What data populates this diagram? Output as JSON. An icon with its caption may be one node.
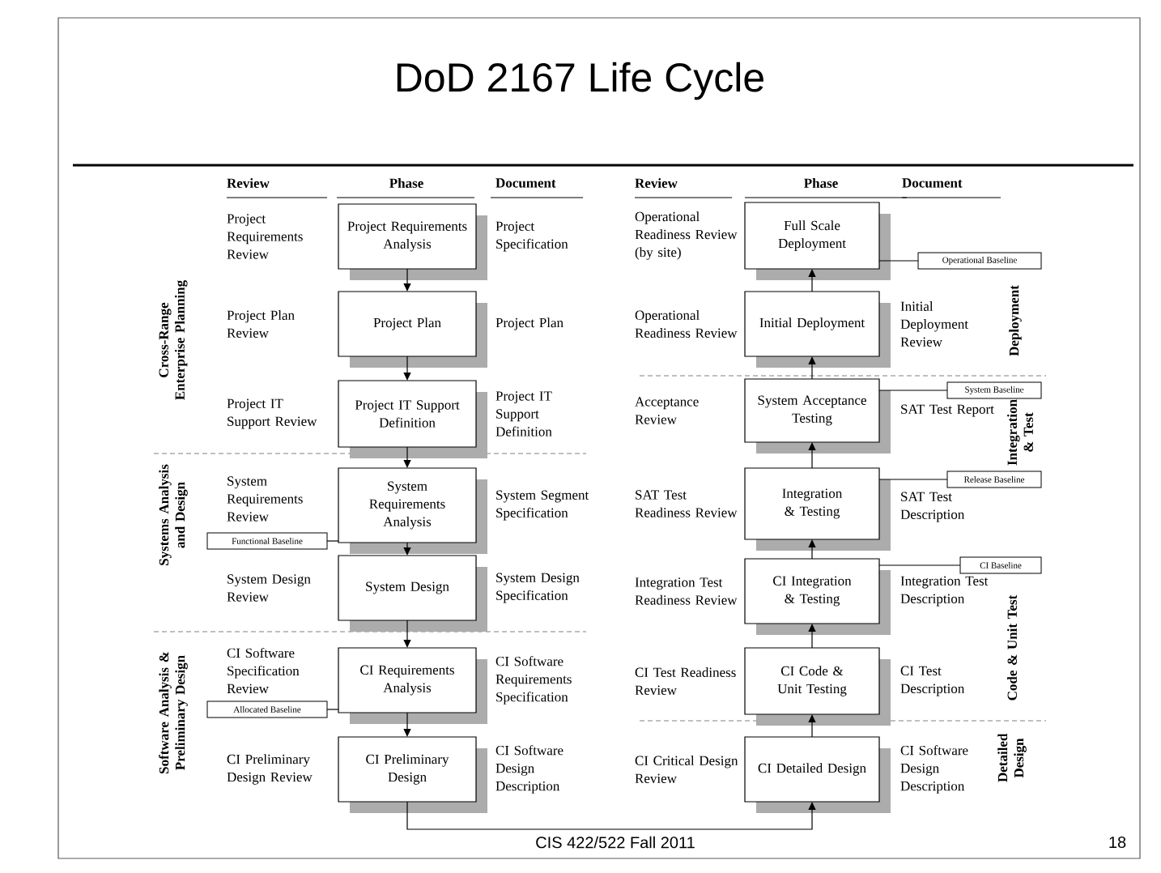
{
  "diagram": {
    "title": "DoD 2167 Life Cycle",
    "nodes": [
      {
        "text": [
          "Project Requirements Analysis"
        ],
        "beside": [
          "Project Requirements Review",
          "Project Specification"
        ]
      },
      {
        "text": [
          "Project Plan"
        ],
        "beside": [
          "Project Plan Review",
          "Project Plan"
        ]
      },
      {
        "text": [
          "Project IT Support Definition"
        ],
        "beside": [
          "Project IT Support Review",
          "Project IT Support Definition"
        ]
      },
      {
        "text": [
          "System Requirements Analysis"
        ],
        "beside": [
          "System Segment Specification"
        ]
      },
      {
        "text": [
          "System Design"
        ],
        "beside": [
          "System Design Review",
          "System Design Specification"
        ]
      },
      {
        "text": [
          "CI Requirements Analysis"
        ],
        "beside": [
          "CI Software Requirements Specification"
        ]
      },
      {
        "text": [
          "CI Preliminary Design"
        ],
        "beside": [
          "CI Preliminary Design Review",
          "CI Software Design Description"
        ]
      },
      {
        "text": [
          "Full Scale Deployment"
        ],
        "beside": [
          "Operational Readiness Review (by site)"
        ]
      },
      {
        "text": [
          "Initial Deployment"
        ],
        "beside": [
          "Operational Readiness Review",
          "Initial Deployment Review"
        ]
      },
      {
        "text": [
          "System Acceptance Testing"
        ],
        "beside": [
          "Acceptance Review",
          "SAT Test Report"
        ]
      },
      {
        "text": [
          "Integration & Testing"
        ],
        "beside": [
          "SAT Test Readiness Review"
        ]
      },
      {
        "text": [
          "CI Integration & Testing"
        ],
        "beside": [
          "Integration Test Readiness Review",
          "Integration Test Description"
        ]
      },
      {
        "text": [
          "CI Code & Unit Testing"
        ],
        "beside": [
          "CI Test Readiness Review",
          "CI Test Description"
        ]
      },
      {
        "text": [
          "CI Detailed Design"
        ],
        "beside": [
          "CI Critical Design Review",
          "CI Software Design Description"
        ]
      },
      {
        "text": [
          "Functional Baseline"
        ]
      },
      {
        "text": [
          "Allocated Baseline"
        ]
      },
      {
        "text": [
          "Operational Baseline"
        ]
      },
      {
        "text": [
          "System Baseline"
        ]
      },
      {
        "text": [
          "Release Baseline"
        ]
      },
      {
        "text": [
          "CI Baseline"
        ]
      }
    ],
    "edges": [
      {
        "from": 0,
        "to": 1,
        "arrow": "to"
      },
      {
        "from": 1,
        "to": 2,
        "arrow": "to"
      },
      {
        "from": 2,
        "to": 3,
        "arrow": "to"
      },
      {
        "from": 3,
        "to": 4,
        "arrow": "to"
      },
      {
        "from": 4,
        "to": 5,
        "arrow": "to"
      },
      {
        "from": 5,
        "to": 6,
        "arrow": "to"
      },
      {
        "from": 6,
        "to": 13,
        "arrow": "to"
      },
      {
        "from": 13,
        "to": 12,
        "arrow": "to"
      },
      {
        "from": 12,
        "to": 11,
        "arrow": "to"
      },
      {
        "from": 11,
        "to": 10,
        "arrow": "to"
      },
      {
        "from": 10,
        "to": 9,
        "arrow": "to"
      },
      {
        "from": 9,
        "to": 8,
        "arrow": "to"
      },
      {
        "from": 8,
        "to": 7,
        "arrow": "to"
      },
      {
        "from": 14,
        "to": 3,
        "arrow": "none"
      },
      {
        "from": 15,
        "to": 5,
        "arrow": "none"
      },
      {
        "from": 16,
        "to": 7,
        "arrow": "none"
      },
      {
        "from": 17,
        "to": 9,
        "arrow": "none"
      },
      {
        "from": 18,
        "to": 10,
        "arrow": "none"
      },
      {
        "from": 19,
        "to": 11,
        "arrow": "none"
      }
    ],
    "labels": [
      "Review",
      "Phase",
      "Document",
      "Review",
      "Phase",
      "Document",
      "Cross-Range Enterprise Planning",
      "Deployment",
      "Integration & Test",
      "Systems Analysis and Design",
      "Code & Unit Test",
      "Software Analysis & Preliminary Design",
      "Detailed Design",
      "CIS 422/522 Fall 2011",
      "18",
      "System Requirements Review",
      "CI Software Specification Review",
      "SAT Test Description"
    ]
  }
}
